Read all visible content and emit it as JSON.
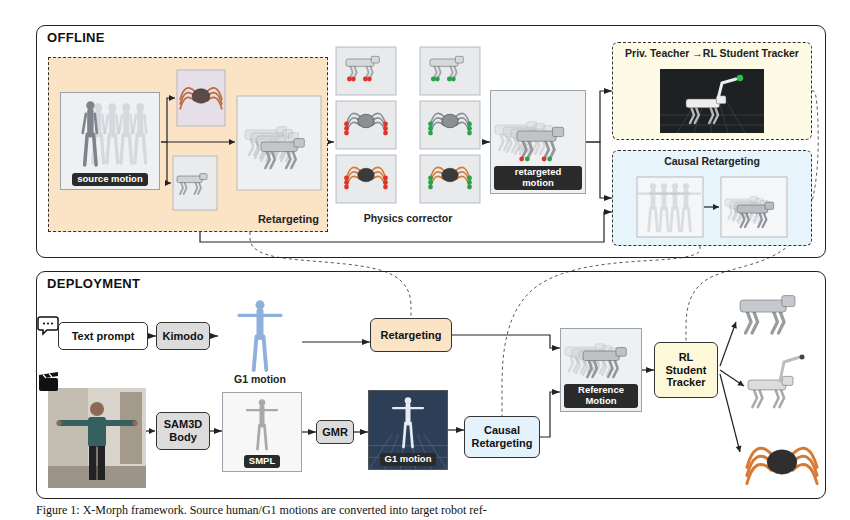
{
  "diagram": {
    "caption": "Figure 1: X-Morph framework. Source human/G1 motions are converted into target robot ref-",
    "nodes": [
      {
        "text": [
          "OFFLINE"
        ]
      },
      {
        "text": [
          "Retargeting"
        ],
        "in": 0
      },
      {
        "text": [
          "source motion"
        ],
        "in": 1
      },
      {
        "text": [
          "Physics corrector"
        ],
        "in": 0
      },
      {
        "text": [
          "retargeted motion"
        ],
        "in": 0
      },
      {
        "text": [
          "Priv. Teacher →RL Student Tracker"
        ],
        "in": 0
      },
      {
        "text": [
          "Causal Retargeting"
        ],
        "in": 0
      },
      {
        "text": [
          "DEPLOYMENT"
        ]
      },
      {
        "text": [
          "Text prompt"
        ],
        "in": 7
      },
      {
        "text": [
          "Kimodo"
        ],
        "in": 7
      },
      {
        "text": [
          "G1 motion"
        ],
        "in": 7
      },
      {
        "text": [
          "Retargeting"
        ],
        "in": 7
      },
      {
        "text": [
          "SAM3D Body"
        ],
        "in": 7
      },
      {
        "text": [
          "SMPL"
        ],
        "in": 7
      },
      {
        "text": [
          "GMR"
        ],
        "in": 7
      },
      {
        "text": [
          "G1 motion"
        ],
        "in": 7
      },
      {
        "text": [
          "Causal Retargeting"
        ],
        "in": 7
      },
      {
        "text": [
          "Reference Motion"
        ],
        "in": 7
      },
      {
        "text": [
          "RL Student Tracker"
        ],
        "in": 7
      }
    ],
    "edges": [
      {
        "from": 1,
        "to": 3,
        "arrow": "to"
      },
      {
        "from": 3,
        "to": 4,
        "arrow": "to"
      },
      {
        "from": 4,
        "to": 5,
        "arrow": "to"
      },
      {
        "from": 4,
        "to": 6,
        "arrow": "to"
      },
      {
        "from": 1,
        "to": 6,
        "arrow": "to"
      },
      {
        "from": 8,
        "to": 9,
        "arrow": "to"
      },
      {
        "from": 9,
        "to": 10,
        "arrow": "to"
      },
      {
        "from": 10,
        "to": 11,
        "arrow": "to"
      },
      {
        "from": 11,
        "to": 17,
        "arrow": "to"
      },
      {
        "from": 12,
        "to": 13,
        "arrow": "to"
      },
      {
        "from": 13,
        "to": 14,
        "arrow": "to"
      },
      {
        "from": 14,
        "to": 15,
        "arrow": "to"
      },
      {
        "from": 15,
        "to": 16,
        "arrow": "to"
      },
      {
        "from": 16,
        "to": 17,
        "arrow": "to"
      },
      {
        "from": 17,
        "to": 18,
        "arrow": "to"
      },
      {
        "from": 1,
        "to": 11,
        "arrow": "none"
      },
      {
        "from": 6,
        "to": 16,
        "arrow": "none"
      },
      {
        "from": 5,
        "to": 18,
        "arrow": "none"
      }
    ]
  }
}
